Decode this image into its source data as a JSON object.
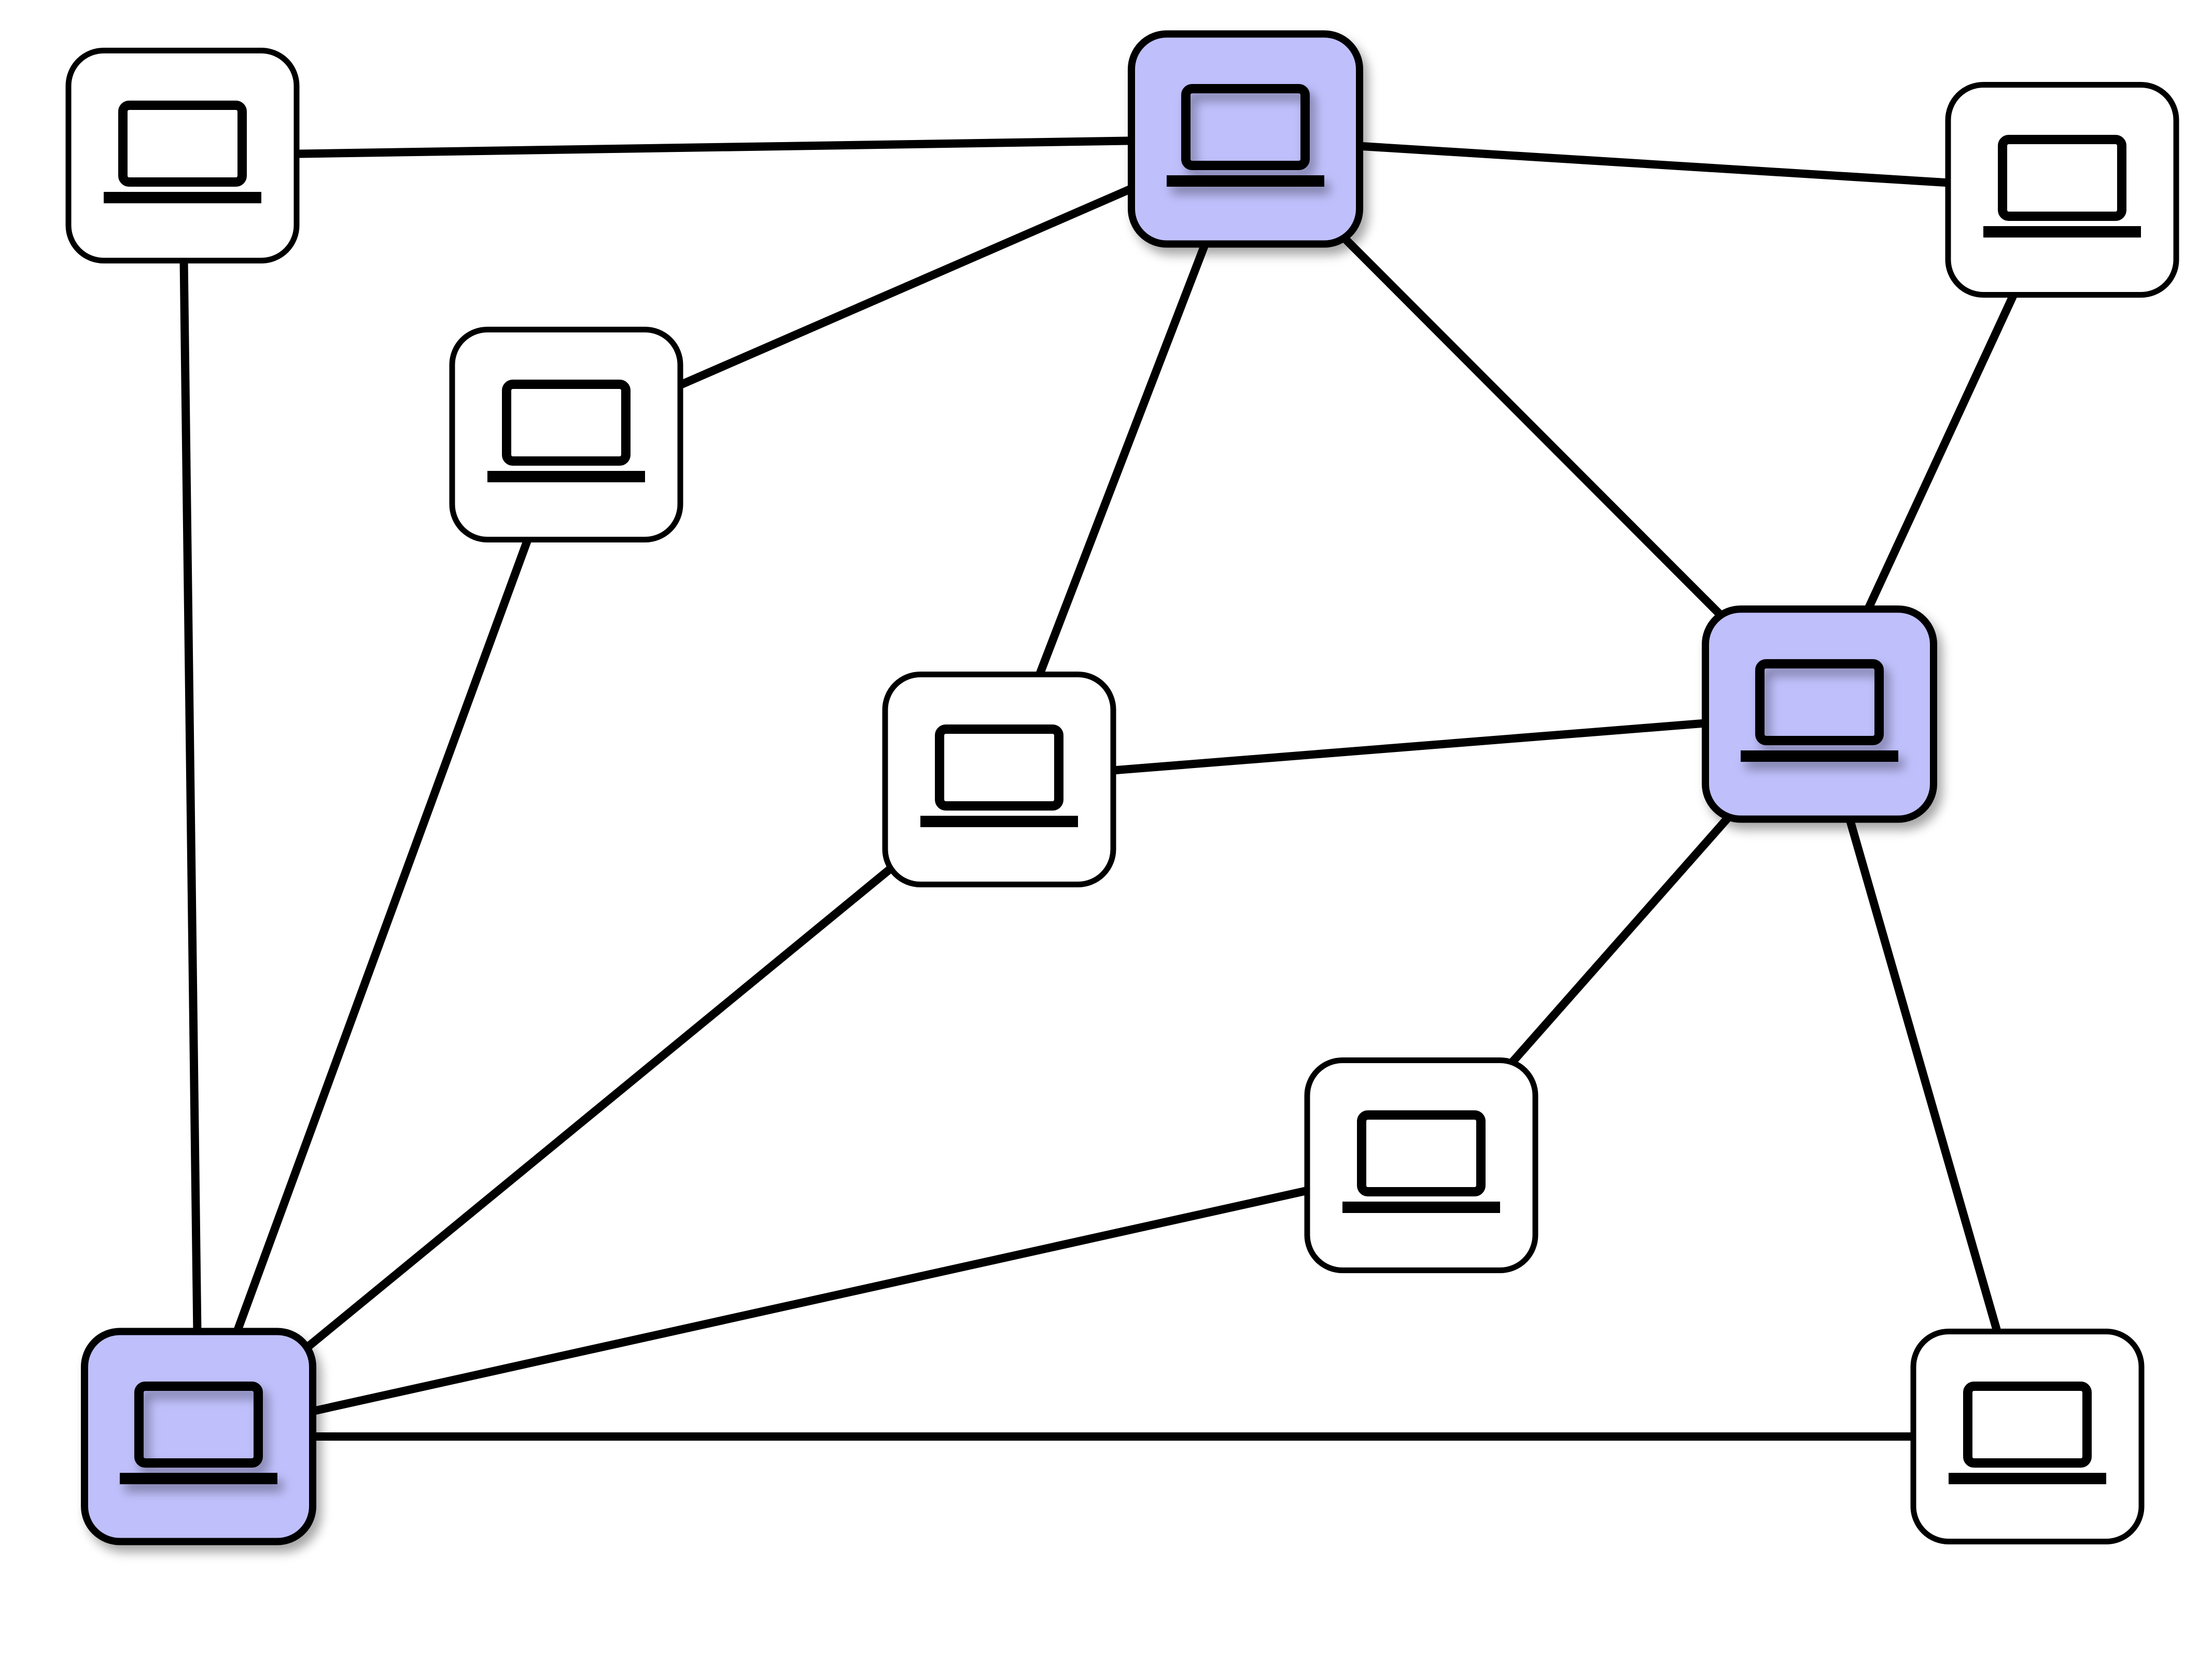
{
  "colors": {
    "background": "#ffffff",
    "edge": "#000000",
    "node_default_fill": "#ffffff",
    "node_highlight_fill": "#bfbffc",
    "node_stroke": "#000000"
  },
  "icon": "laptop-icon",
  "nodes": [
    {
      "id": "n1",
      "highlighted": false
    },
    {
      "id": "n2",
      "highlighted": true
    },
    {
      "id": "n3",
      "highlighted": false
    },
    {
      "id": "n4",
      "highlighted": false
    },
    {
      "id": "n5",
      "highlighted": false
    },
    {
      "id": "n6",
      "highlighted": true
    },
    {
      "id": "n7",
      "highlighted": false
    },
    {
      "id": "n8",
      "highlighted": true
    },
    {
      "id": "n9",
      "highlighted": false
    }
  ],
  "edges": [
    [
      "n1",
      "n2"
    ],
    [
      "n2",
      "n3"
    ],
    [
      "n1",
      "n8"
    ],
    [
      "n4",
      "n2"
    ],
    [
      "n2",
      "n5"
    ],
    [
      "n2",
      "n6"
    ],
    [
      "n3",
      "n6"
    ],
    [
      "n4",
      "n8"
    ],
    [
      "n5",
      "n6"
    ],
    [
      "n5",
      "n8"
    ],
    [
      "n6",
      "n7"
    ],
    [
      "n6",
      "n9"
    ],
    [
      "n7",
      "n8"
    ],
    [
      "n8",
      "n9"
    ]
  ]
}
